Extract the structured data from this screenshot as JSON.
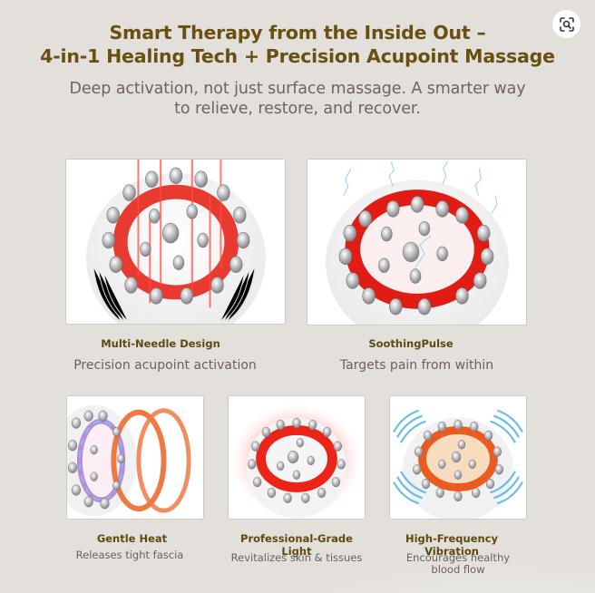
{
  "header": {
    "title_line1": "Smart Therapy from the Inside Out –",
    "title_line2": "4-in-1 Healing Tech + Precision Acupoint Massage",
    "subtitle_line1": "Deep activation, not just surface massage. A smarter way",
    "subtitle_line2": "to relieve, restore, and recover."
  },
  "overlay": {
    "lens_button_icon": "visual-search-icon"
  },
  "features_top": [
    {
      "title": "Multi-Needle Design",
      "description": "Precision acupoint activation",
      "image": "red light beams through acupoint needles"
    },
    {
      "title": "SoothingPulse",
      "description": "Targets pain from within",
      "image": "blue electric pulse arcs over needles"
    }
  ],
  "features_bottom": [
    {
      "title": "Gentle Heat",
      "description": "Releases tight fascia",
      "image": "orange heat rings from device"
    },
    {
      "title": "Professional-Grade Light",
      "description": "Revitalizes skin & tissues",
      "image": "red light glow ring"
    },
    {
      "title": "High-Frequency Vibration",
      "description_line1": "Encourages healthy",
      "description_line2": "blood flow",
      "image": "blue vibration waves"
    }
  ],
  "colors": {
    "background": "#e3dfda",
    "title": "#6a4f12",
    "body_text": "#6e655c",
    "accent_red": "#e8261c",
    "accent_orange": "#ec6a2e",
    "accent_blue": "#4fb3e0"
  }
}
